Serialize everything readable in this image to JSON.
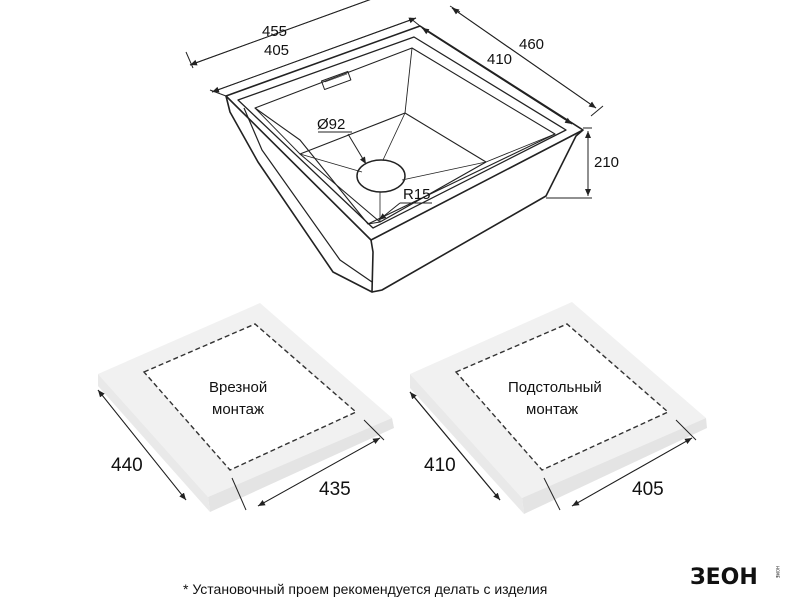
{
  "sink": {
    "dims": {
      "outer_width": "455",
      "inner_width": "405",
      "inner_depth": "410",
      "outer_depth": "460",
      "drain_diameter": "Ø92",
      "corner_radius": "R15",
      "height": "210"
    }
  },
  "cutouts": [
    {
      "label": "Врезной\nмонтаж",
      "label_line1": "Врезной",
      "label_line2": "монтаж",
      "dim_left": "440",
      "dim_bottom": "435"
    },
    {
      "label_line1": "Подстольный",
      "label_line2": "монтаж",
      "dim_left": "410",
      "dim_bottom": "405"
    }
  ],
  "footnote": "* Установочный проем рекомендуется делать с изделия",
  "logo": {
    "text": "ЗЕОН",
    "small": "HOME"
  }
}
